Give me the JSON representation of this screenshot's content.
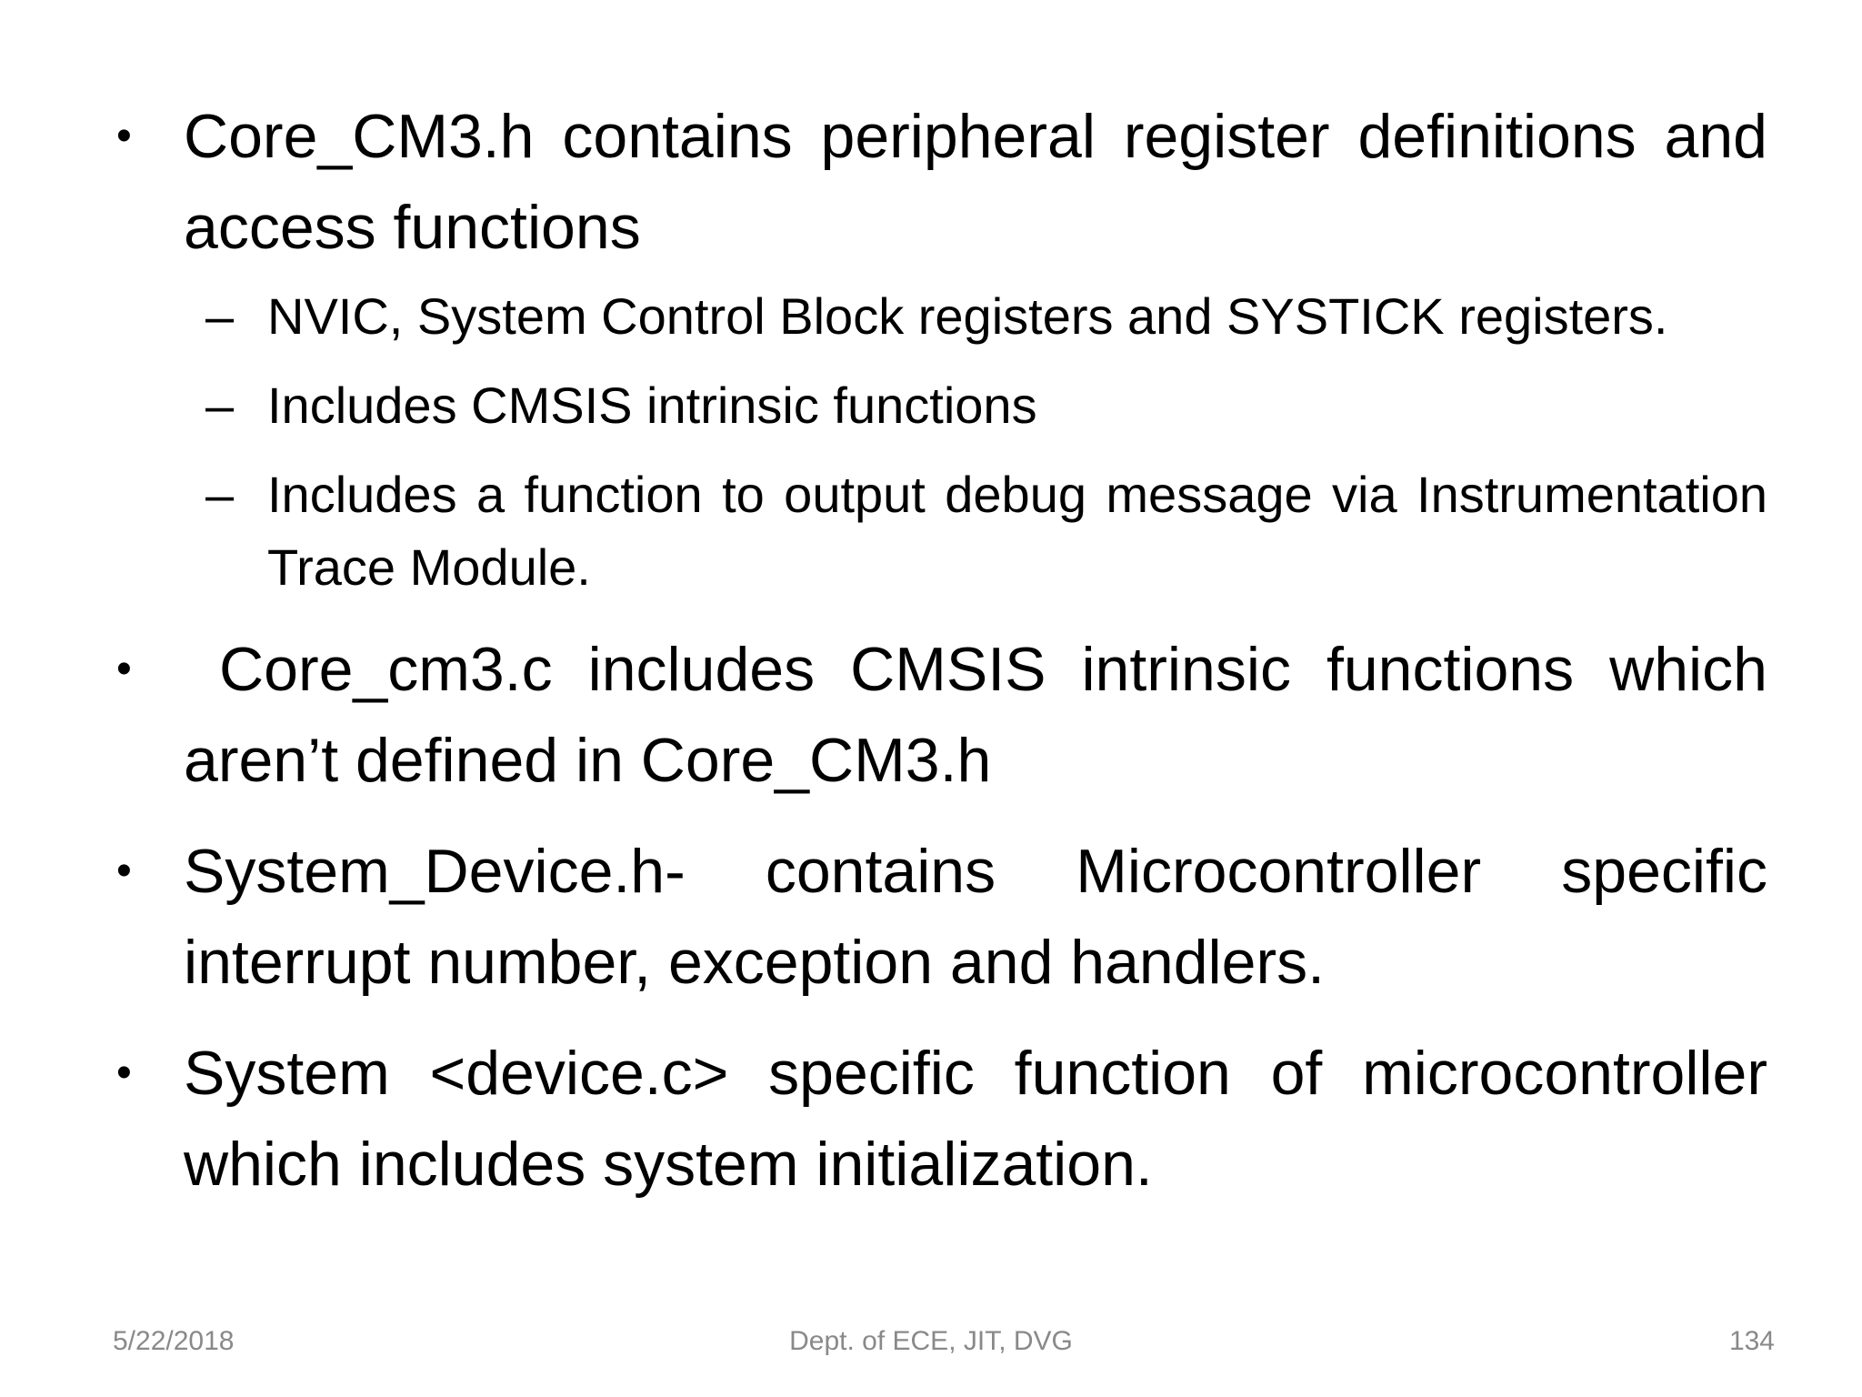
{
  "bullets": [
    {
      "text": "Core_CM3.h contains peripheral register definitions and access functions",
      "sub": [
        "NVIC, System Control Block registers and SYSTICK registers.",
        "Includes CMSIS intrinsic functions",
        "Includes a function to output debug message via Instrumentation Trace Module."
      ]
    },
    {
      "text": " Core_cm3.c includes CMSIS intrinsic functions which aren’t defined in Core_CM3.h",
      "sub": []
    },
    {
      "text": "System_Device.h- contains Microcontroller specific interrupt number, exception and handlers.",
      "sub": []
    },
    {
      "text": "System <device.c> specific function of microcontroller which includes system initialization.",
      "sub": []
    }
  ],
  "bullet_marker": "•",
  "sub_marker": "–",
  "footer": {
    "date": "5/22/2018",
    "center": "Dept. of ECE, JIT, DVG",
    "page": "134"
  },
  "colors": {
    "text": "#000000",
    "footer": "#898989",
    "background": "#ffffff"
  }
}
